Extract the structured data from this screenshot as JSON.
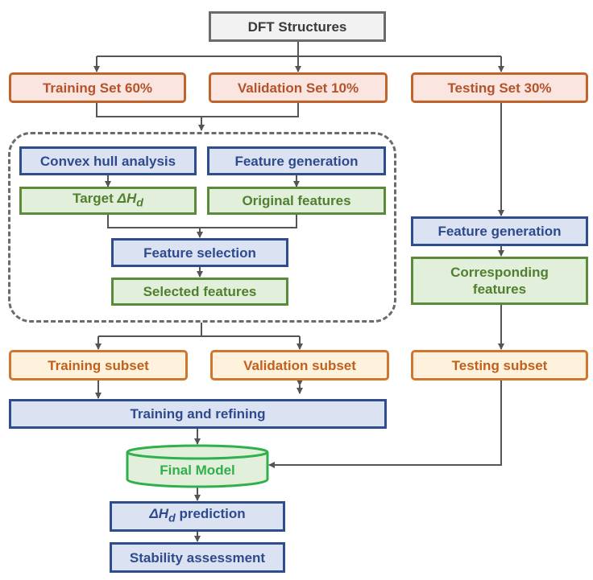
{
  "nodes": {
    "dft_structures": "DFT Structures",
    "training_set": "Training Set 60%",
    "validation_set": "Validation Set 10%",
    "testing_set": "Testing Set 30%",
    "convex_hull": "Convex hull analysis",
    "feature_generation_left": "Feature generation",
    "target_prefix": "Target ",
    "target_symbol": "ΔH",
    "target_subscript": "d",
    "original_features": "Original features",
    "feature_selection": "Feature selection",
    "selected_features": "Selected features",
    "feature_generation_right": "Feature generation",
    "corresponding_features_line1": "Corresponding",
    "corresponding_features_line2": "features",
    "training_subset": "Training subset",
    "validation_subset": "Validation subset",
    "testing_subset": "Testing subset",
    "training_refining": "Training and refining",
    "final_model": "Final Model",
    "prediction_symbol": "ΔH",
    "prediction_subscript": "d",
    "prediction_suffix": " prediction",
    "stability_assessment": "Stability assessment"
  },
  "colors": {
    "gray_border": "#6b6b6b",
    "salmon_border": "#c0642b",
    "orange_border": "#d0762e",
    "blue_border": "#2e4d8c",
    "green_border": "#5b8a3a",
    "model_green": "#2fb04c"
  }
}
